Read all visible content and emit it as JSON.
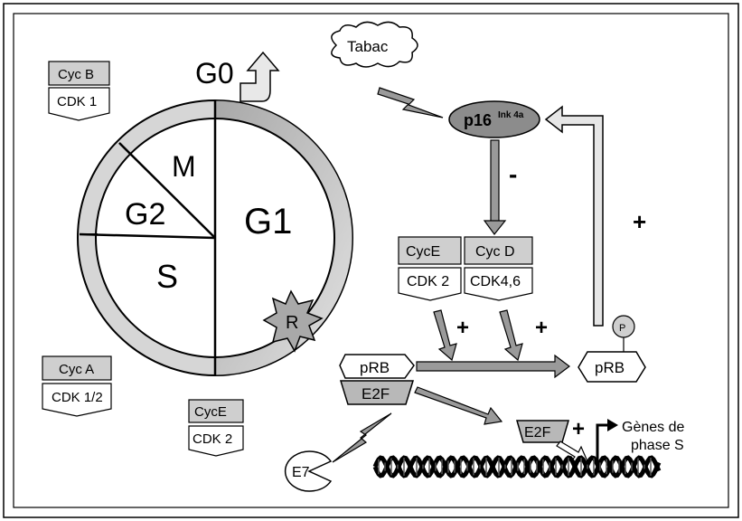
{
  "phases": {
    "g0": "G0",
    "g1": "G1",
    "g2": "G2",
    "m": "M",
    "s": "S",
    "r": "R"
  },
  "complexes": {
    "cycb_cdk1": {
      "cyclin": "Cyc B",
      "cdk": "CDK 1"
    },
    "cyca_cdk12": {
      "cyclin": "Cyc A",
      "cdk": "CDK 1/2"
    },
    "cyce_cdk2_bottom": {
      "cyclin": "CycE",
      "cdk": "CDK 2"
    },
    "cyce_cdk2_right": {
      "cyclin": "CycE",
      "cdk": "CDK 2"
    },
    "cycd_cdk46": {
      "cyclin": "Cyc D",
      "cdk": "CDK4,6"
    }
  },
  "factors": {
    "tabac": "Tabac",
    "p16_main": "p16",
    "p16_sup": "Ink 4a",
    "prb": "pRB",
    "e2f": "E2F",
    "prb_phos": "pRB",
    "phosphate": "P",
    "e2f_free": "E2F",
    "e7": "E7",
    "genes_line1": "Gènes de",
    "genes_line2": "phase S"
  },
  "signs": {
    "minus": "-",
    "plus": "+"
  },
  "colors": {
    "ring": "#d3d3d3",
    "ring_dark": "#9a9a9a",
    "box_fill": "#cfcfcf",
    "p16_fill": "#8c8c8c",
    "arrow_fill": "#9a9a9a"
  }
}
